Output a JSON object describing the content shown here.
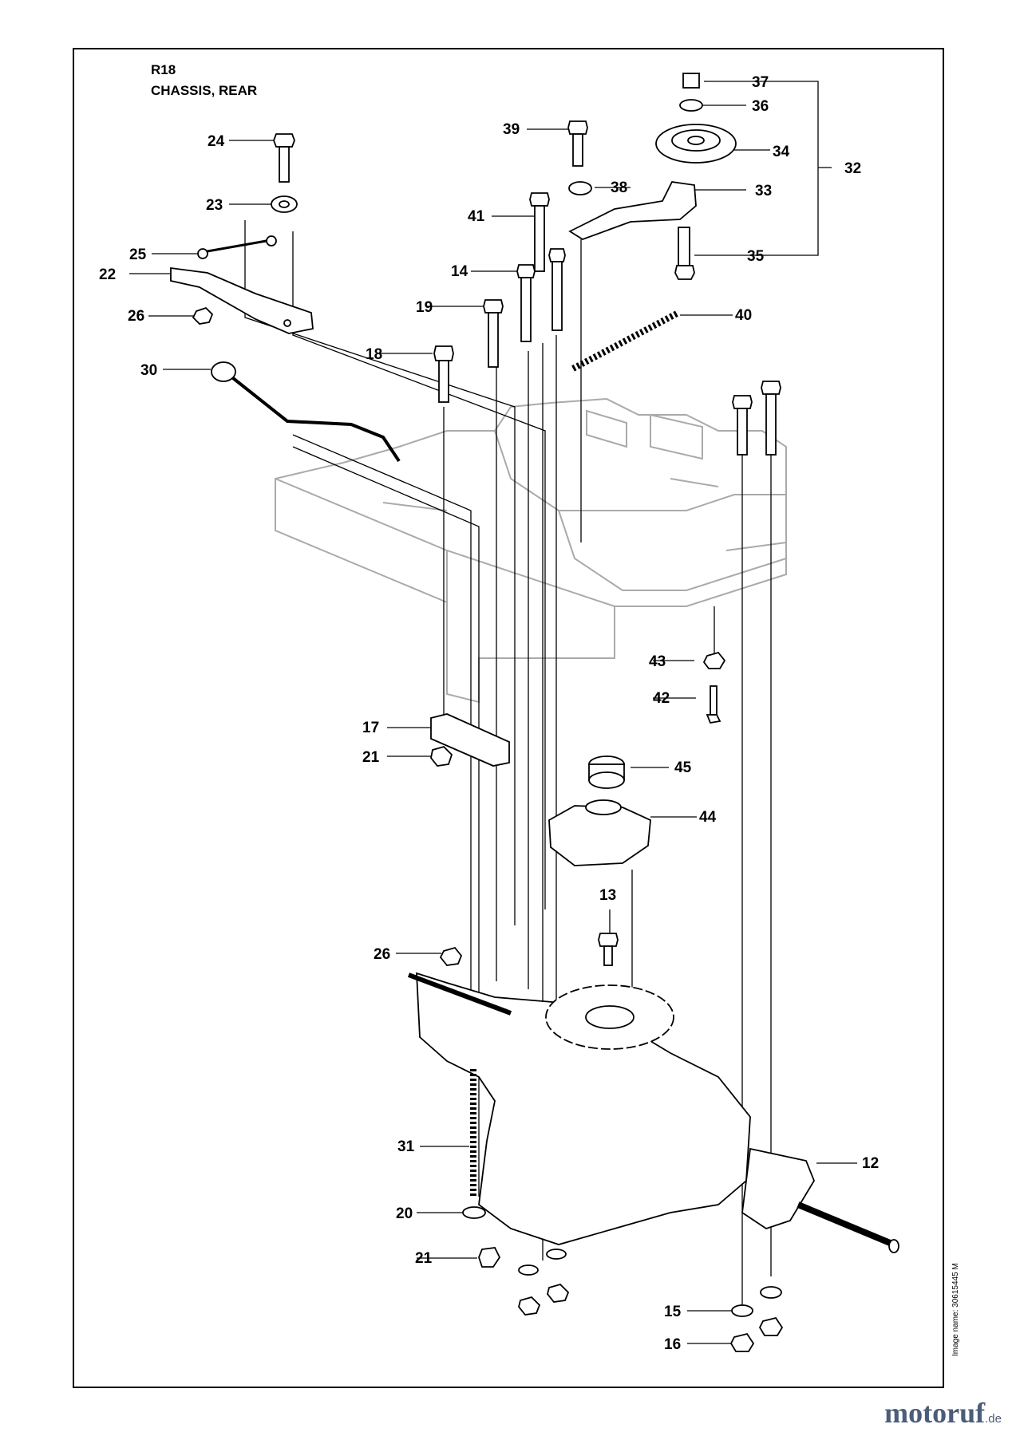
{
  "header": {
    "code": "R18",
    "title": "CHASSIS, REAR"
  },
  "image_name": "Image name: 30615445 M",
  "logo": {
    "text": "motoruf",
    "suffix": ".de",
    "color": "#4b5d78"
  },
  "part_labels": [
    "37",
    "36",
    "34",
    "32",
    "33",
    "35",
    "39",
    "38",
    "41",
    "24",
    "23",
    "25",
    "22",
    "26",
    "14",
    "19",
    "40",
    "18",
    "30",
    "43",
    "42",
    "17",
    "21",
    "45",
    "44",
    "13",
    "26",
    "31",
    "12",
    "20",
    "21",
    "15",
    "16"
  ]
}
